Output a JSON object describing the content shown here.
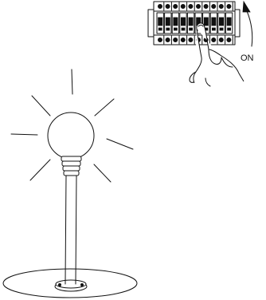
{
  "breaker_panel": {
    "direction_label": "ON",
    "terminal_count_top": 10,
    "terminal_count_bottom": 10
  },
  "colors": {
    "ink": "#111111",
    "background": "#ffffff"
  },
  "icons": {
    "lamp": "light-bulb-icon",
    "hand": "hand-icon",
    "arrow": "rotate-arrow-icon"
  }
}
